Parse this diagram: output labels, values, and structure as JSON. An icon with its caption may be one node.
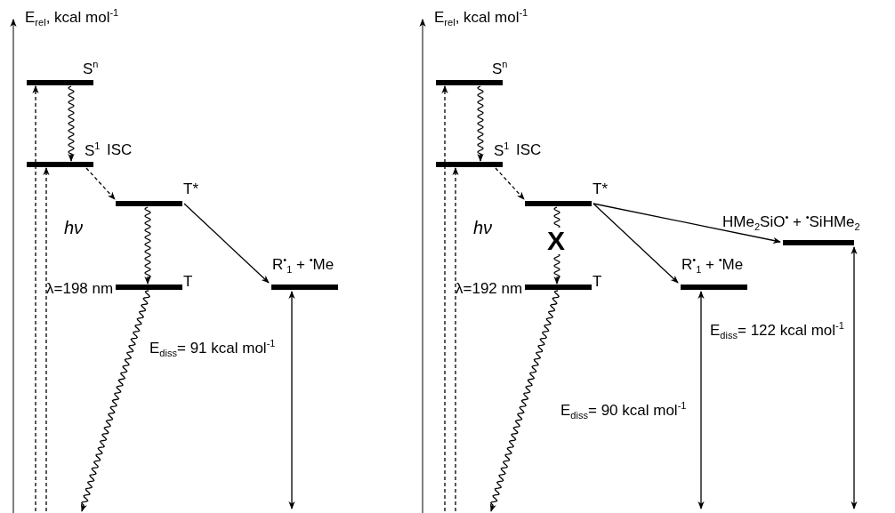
{
  "diagram": {
    "nodes": [
      {
        "text": [
          "S$^{n}$"
        ]
      },
      {
        "text": [
          "S$^{1}$"
        ]
      },
      {
        "text": [
          "T*"
        ]
      },
      {
        "text": [
          "T"
        ]
      },
      {
        "text": [
          "R$^{•}$$_{1}$ + $^{•}$Me"
        ]
      },
      {
        "text": [
          "S$^{n}$"
        ]
      },
      {
        "text": [
          "S$^{1}$"
        ]
      },
      {
        "text": [
          "T*"
        ]
      },
      {
        "text": [
          "T"
        ]
      },
      {
        "text": [
          "R$^{•}$$_{1}$ + $^{•}$Me"
        ]
      },
      {
        "text": [
          "HMe$_{2}$SiO$^{•}$ + $^{•}$SiHMe$_{2}$"
        ]
      }
    ],
    "edges": [
      {
        "from": null,
        "to": 0,
        "arrow": "to",
        "style": "dashed"
      },
      {
        "from": null,
        "to": 1,
        "arrow": "to",
        "style": "dashed"
      },
      {
        "from": 0,
        "to": 1,
        "arrow": "to"
      },
      {
        "from": 1,
        "to": 2,
        "arrow": "to",
        "style": "dashed",
        "label": "ISC"
      },
      {
        "from": 2,
        "to": 3,
        "arrow": "to"
      },
      {
        "from": 3,
        "to": null,
        "arrow": "to"
      },
      {
        "from": 2,
        "to": 4,
        "arrow": "to"
      },
      {
        "from": null,
        "to": 5,
        "arrow": "to",
        "style": "dashed"
      },
      {
        "from": null,
        "to": 6,
        "arrow": "to",
        "style": "dashed"
      },
      {
        "from": 5,
        "to": 6,
        "arrow": "to"
      },
      {
        "from": 6,
        "to": 7,
        "arrow": "to",
        "style": "dashed",
        "label": "ISC"
      },
      {
        "from": 7,
        "to": 8,
        "arrow": "to",
        "label": "X"
      },
      {
        "from": 8,
        "to": null,
        "arrow": "to"
      },
      {
        "from": 7,
        "to": 9,
        "arrow": "to"
      },
      {
        "from": 7,
        "to": 10,
        "arrow": "to"
      }
    ],
    "labels": [
      "E$_{rel}$, kcal mol$^{-1}$",
      "hν",
      "λ=198 nm",
      "E$_{diss}$= 91 kcal mol$^{-1}$",
      "E$_{rel}$, kcal mol$^{-1}$",
      "hν",
      "λ=192 nm",
      "E$_{diss}$= 122 kcal mol$^{-1}$",
      "E$_{diss}$= 90 kcal mol$^{-1}$"
    ]
  }
}
